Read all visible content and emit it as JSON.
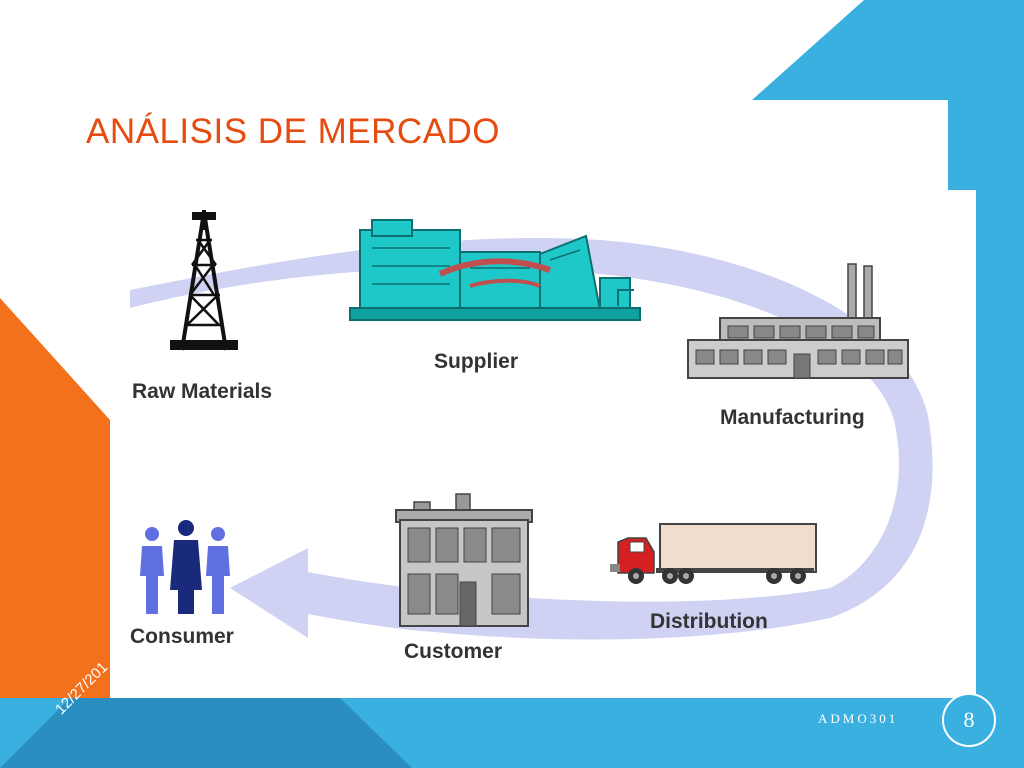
{
  "slide": {
    "title": "ANÁLISIS DE MERCADO",
    "date": "12/27/201",
    "footer": "ADMO301",
    "page_number": "8"
  },
  "diagram": {
    "stages": [
      {
        "label": "Raw Materials",
        "icon": "oil-derrick-icon"
      },
      {
        "label": "Supplier",
        "icon": "supplier-plant-icon"
      },
      {
        "label": "Manufacturing",
        "icon": "factory-icon"
      },
      {
        "label": "Distribution",
        "icon": "truck-icon"
      },
      {
        "label": "Customer",
        "icon": "store-building-icon"
      },
      {
        "label": "Consumer",
        "icon": "people-icon"
      }
    ]
  },
  "colors": {
    "title": "#e64b10",
    "blue": "#39b0e0",
    "orange": "#f4711c",
    "dark_blue": "#2a8fc0",
    "arrow": "#cfd2f2"
  }
}
